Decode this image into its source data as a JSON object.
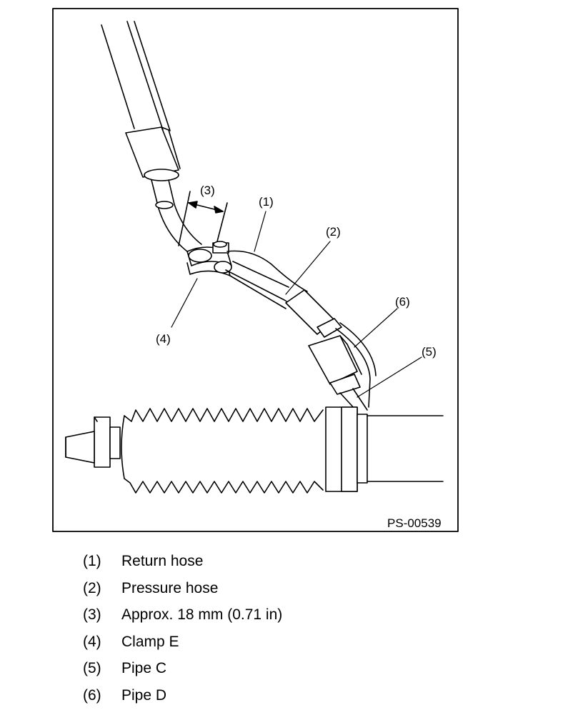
{
  "figure": {
    "id_label": "PS-00539",
    "callouts": [
      "(1)",
      "(2)",
      "(3)",
      "(4)",
      "(5)",
      "(6)"
    ]
  },
  "legend": [
    {
      "num": "(1)",
      "text": "Return hose"
    },
    {
      "num": "(2)",
      "text": "Pressure hose"
    },
    {
      "num": "(3)",
      "text": "Approx. 18 mm (0.71 in)"
    },
    {
      "num": "(4)",
      "text": "Clamp E"
    },
    {
      "num": "(5)",
      "text": "Pipe C"
    },
    {
      "num": "(6)",
      "text": "Pipe D"
    }
  ]
}
